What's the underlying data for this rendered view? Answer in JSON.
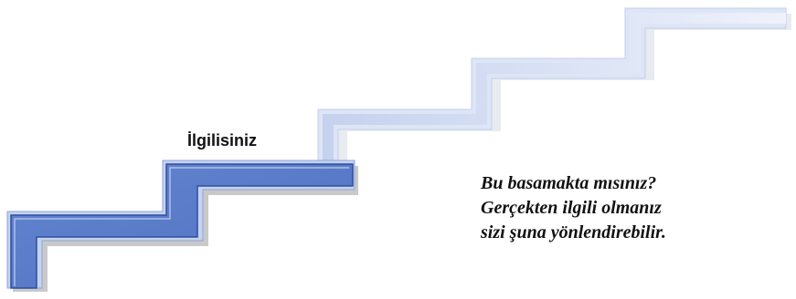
{
  "diagram": {
    "type": "staircase",
    "step_label": "İlgilisiniz",
    "caption_lines": [
      "Bu basamakta mısınız?",
      "Gerçekten ilgili olmanız",
      "sizi şuna yönlendirebilir."
    ],
    "colors": {
      "active_step": "#5a7dc9",
      "active_step_edge": "#2f4f9e",
      "active_step_highlight": "#b9c9ee",
      "faded_step": "#c8d4ef",
      "faded_step_light": "#e4eaf8",
      "shadow": "#a8a8a8",
      "text": "#111111"
    },
    "steps": [
      {
        "state": "active"
      },
      {
        "state": "active"
      },
      {
        "state": "faded"
      },
      {
        "state": "faded"
      },
      {
        "state": "faded"
      }
    ]
  }
}
